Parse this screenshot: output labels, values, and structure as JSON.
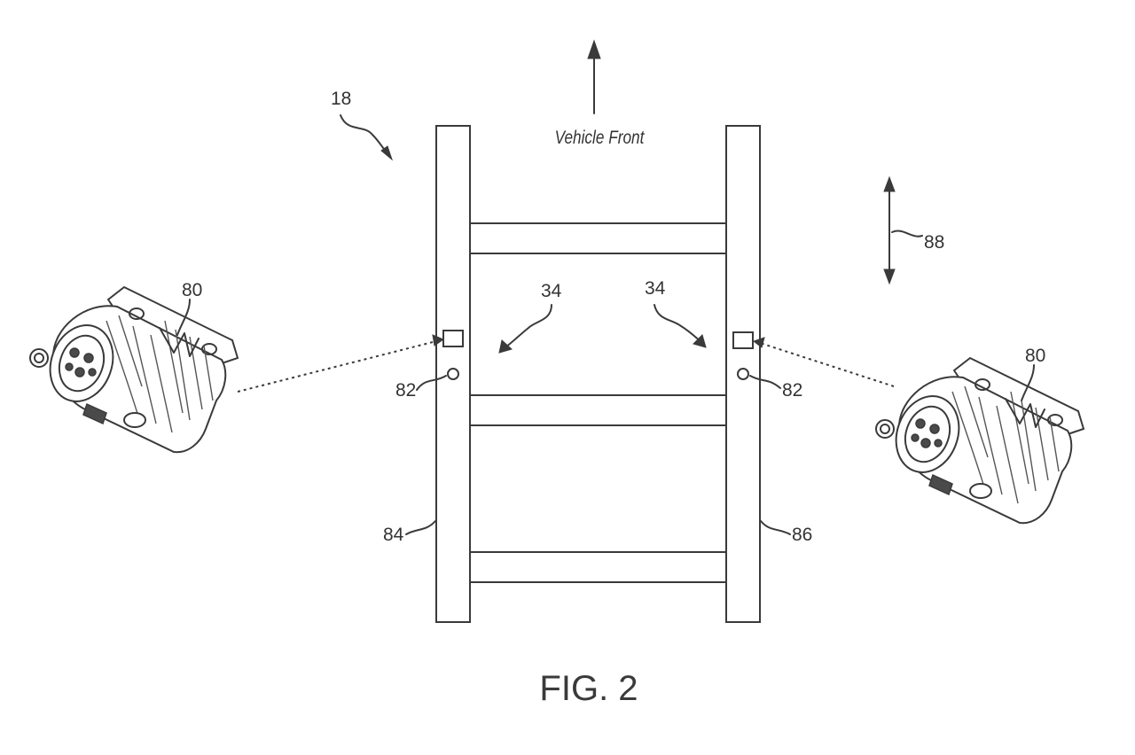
{
  "figure": {
    "caption": "FIG. 2",
    "direction_label": "Vehicle Front",
    "refs": {
      "system": "18",
      "frame_mount_left": "34",
      "frame_mount_right": "34",
      "trailer_connector_left": "80",
      "trailer_connector_right": "80",
      "aperture_left": "82",
      "aperture_right": "82",
      "left_rail": "84",
      "right_rail": "86",
      "movement_direction": "88"
    }
  }
}
